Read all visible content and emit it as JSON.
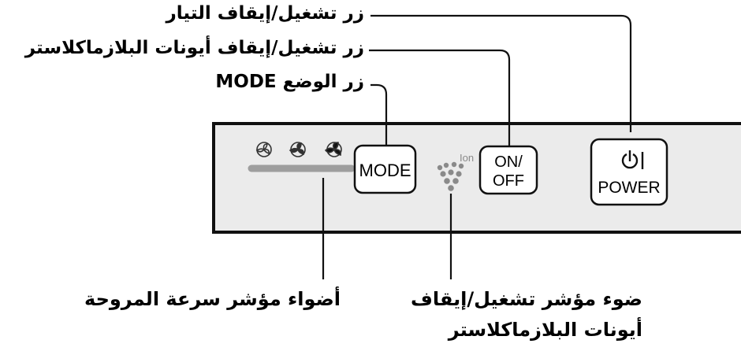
{
  "callouts": {
    "power": "زر تشغيل/إيقاف التيار",
    "ion": "زر تشغيل/إيقاف أيونات البلازماكلاستر",
    "mode": "زر الوضع MODE",
    "fan_lights": "أضواء مؤشر سرعة المروحة",
    "ion_light_line1": "ضوء مؤشر تشغيل/إيقاف",
    "ion_light_line2": "أيونات البلازماكلاستر"
  },
  "panel": {
    "mode_button": "MODE",
    "ion_button_line1": "ON/",
    "ion_button_line2": "OFF",
    "ion_indicator_text": "Ion",
    "power_button_symbol": "⏻ |",
    "power_button_label": "POWER"
  },
  "icons": [
    "fan-speed-low-icon",
    "fan-speed-mid-icon",
    "fan-speed-high-icon",
    "plasmacluster-ion-icon",
    "power-symbol-icon"
  ],
  "colors": {
    "panel_fill": "#ebebeb",
    "panel_border": "#111111",
    "indicator_bar": "#9e9e9e",
    "icon_gray": "#888888"
  }
}
